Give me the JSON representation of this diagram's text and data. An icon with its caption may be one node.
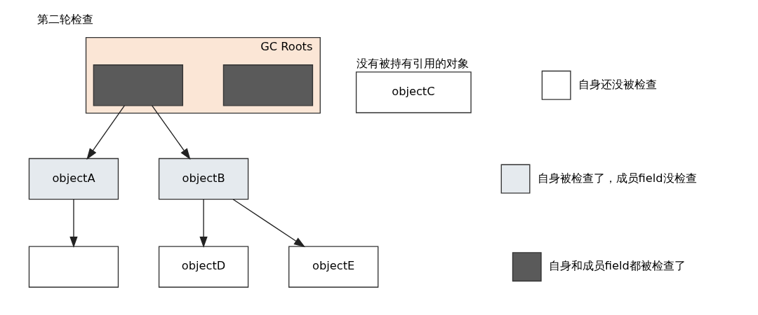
{
  "diagram": {
    "title": "第二轮检查",
    "nodes": [
      {
        "text": [
          "GC Roots"
        ]
      },
      {
        "text": [],
        "shape": "box",
        "in": 0
      },
      {
        "text": [],
        "shape": "box",
        "in": 0
      },
      {
        "text": [
          "objectA"
        ]
      },
      {
        "text": [
          "objectB"
        ]
      },
      {
        "text": [
          "objectC"
        ],
        "beside": [
          "没有被持有引用的对象"
        ]
      },
      {
        "text": [],
        "shape": "box"
      },
      {
        "text": [
          "objectD"
        ]
      },
      {
        "text": [
          "objectE"
        ]
      }
    ],
    "edges": [
      {
        "from": 1,
        "to": 3,
        "arrow": "to"
      },
      {
        "from": 1,
        "to": 4,
        "arrow": "to"
      },
      {
        "from": 3,
        "to": 6,
        "arrow": "to"
      },
      {
        "from": 4,
        "to": 7,
        "arrow": "to"
      },
      {
        "from": 4,
        "to": 8,
        "arrow": "to"
      }
    ],
    "legend": [
      {
        "text": "自身还没被检查",
        "color": "#ffffff"
      },
      {
        "text": "自身被检查了，成员field没检查",
        "color": "#e5eaee"
      },
      {
        "text": "自身和成员field都被检查了",
        "color": "#5a5a5a"
      }
    ]
  }
}
